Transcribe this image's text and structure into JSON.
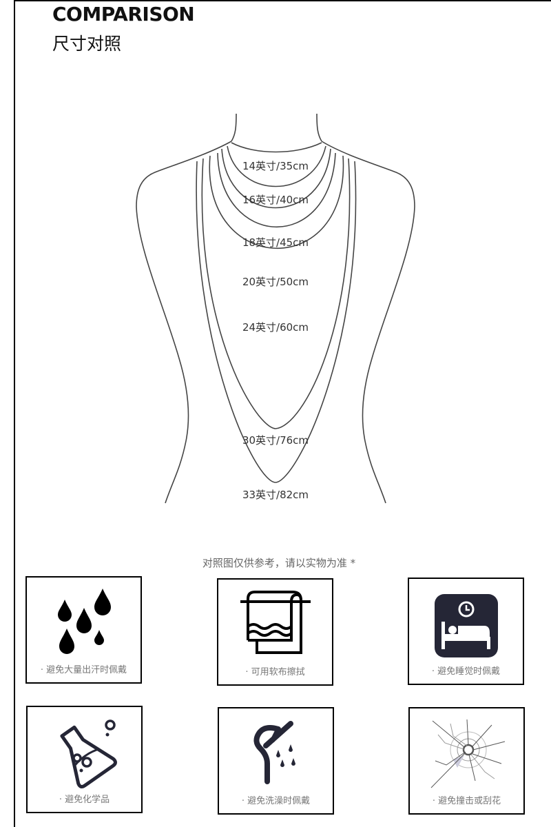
{
  "header": {
    "title_en": "COMPARISON",
    "title_cn": "尺寸对照"
  },
  "diagram": {
    "sizes": [
      {
        "label": "14英寸/35cm",
        "inch": 14,
        "cm": 35
      },
      {
        "label": "16英寸/40cm",
        "inch": 16,
        "cm": 40
      },
      {
        "label": "18英寸/45cm",
        "inch": 18,
        "cm": 45
      },
      {
        "label": "20英寸/50cm",
        "inch": 20,
        "cm": 50
      },
      {
        "label": "24英寸/60cm",
        "inch": 24,
        "cm": 60
      },
      {
        "label": "30英寸/76cm",
        "inch": 30,
        "cm": 76
      },
      {
        "label": "33英寸/82cm",
        "inch": 33,
        "cm": 82
      }
    ],
    "note": "对照图仅供参考，请以实物为准 *"
  },
  "care": [
    {
      "icon": "water-drops-icon",
      "caption": "· 避免大量出汗时佩戴"
    },
    {
      "icon": "towel-icon",
      "caption": "· 可用软布擦拭"
    },
    {
      "icon": "sleep-bed-icon",
      "caption": "· 避免睡觉时佩戴"
    },
    {
      "icon": "chemical-flask-icon",
      "caption": "· 避免化学品"
    },
    {
      "icon": "shower-icon",
      "caption": "· 避免洗澡时佩戴"
    },
    {
      "icon": "cracked-glass-icon",
      "caption": "· 避免撞击或刮花"
    }
  ],
  "colors": {
    "icon_dark": "#252636",
    "caption_gray": "#777777",
    "line": "#333333"
  }
}
